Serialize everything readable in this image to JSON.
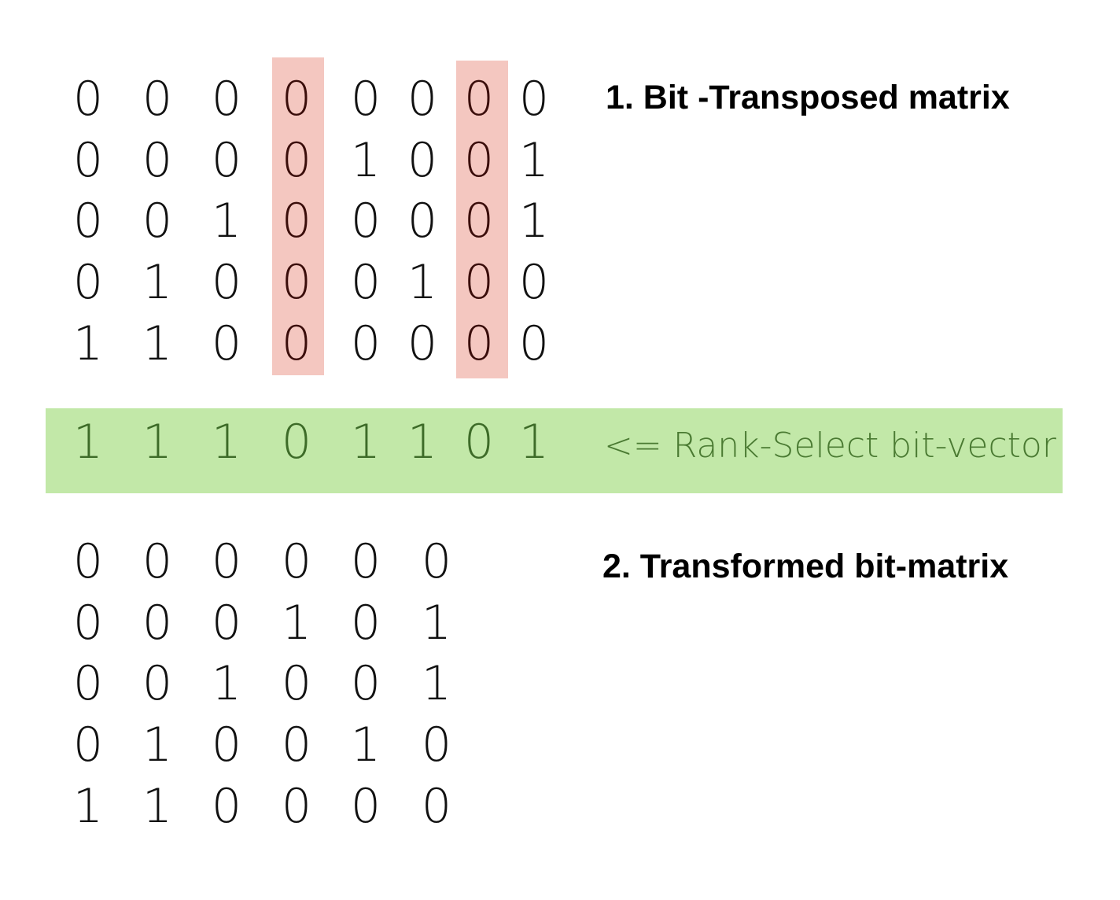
{
  "transposed": {
    "title": "1. Bit -Transposed matrix",
    "rows": [
      [
        "0",
        "0",
        "0",
        "0",
        "0",
        "0",
        "0",
        "0"
      ],
      [
        "0",
        "0",
        "0",
        "0",
        "1",
        "0",
        "0",
        "1"
      ],
      [
        "0",
        "0",
        "1",
        "0",
        "0",
        "0",
        "0",
        "1"
      ],
      [
        "0",
        "1",
        "0",
        "0",
        "0",
        "1",
        "0",
        "0"
      ],
      [
        "1",
        "1",
        "0",
        "0",
        "0",
        "0",
        "0",
        "0"
      ]
    ],
    "highlighted_columns": [
      3,
      6
    ],
    "highlight_color": "#f4c7c0"
  },
  "bitvector": {
    "label": "<= Rank-Select bit-vector",
    "bits": [
      "1",
      "1",
      "1",
      "0",
      "1",
      "1",
      "0",
      "1"
    ],
    "band_color": "#c2e8a8",
    "text_color": "#3d6b28"
  },
  "transformed": {
    "title": "2. Transformed bit-matrix",
    "rows": [
      [
        "0",
        "0",
        "0",
        "0",
        "0",
        "0"
      ],
      [
        "0",
        "0",
        "0",
        "1",
        "0",
        "1"
      ],
      [
        "0",
        "0",
        "1",
        "0",
        "0",
        "1"
      ],
      [
        "0",
        "1",
        "0",
        "0",
        "1",
        "0"
      ],
      [
        "1",
        "1",
        "0",
        "0",
        "0",
        "0"
      ]
    ]
  }
}
